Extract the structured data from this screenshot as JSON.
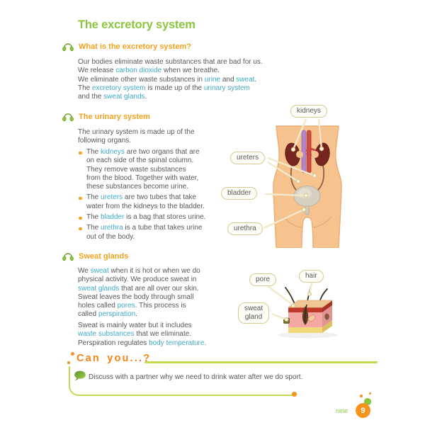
{
  "title": "The excretory system",
  "icons": {
    "section_icon": "headphones",
    "task_icon": "speech-bubble"
  },
  "colors": {
    "title_green": "#8CC63E",
    "heading_orange": "#F2A21D",
    "keyword_blue": "#3FA9C9",
    "body_text": "#58585B",
    "line_green": "#C5DA52",
    "accent_orange": "#F5941E",
    "label_border": "#D9C794",
    "skin_tone": "#F6C28E"
  },
  "sections": {
    "what": {
      "heading": "What is the excretory system?",
      "p1": [
        {
          "t": "Our bodies eliminate waste substances that are bad for us.\nWe release "
        },
        {
          "t": "carbon dioxide",
          "hl": true
        },
        {
          "t": " when we breathe.\nWe eliminate other waste substances in "
        },
        {
          "t": "urine",
          "hl": true
        },
        {
          "t": " and "
        },
        {
          "t": "sweat",
          "hl": true
        },
        {
          "t": "."
        }
      ],
      "p2": [
        {
          "t": "The "
        },
        {
          "t": "excretory system",
          "hl": true
        },
        {
          "t": " is made up of the "
        },
        {
          "t": "urinary system",
          "hl": true
        },
        {
          "t": "\nand the "
        },
        {
          "t": "sweat glands",
          "hl": true
        },
        {
          "t": "."
        }
      ]
    },
    "urinary": {
      "heading": "The urinary system",
      "intro": [
        {
          "t": "The urinary system is made up of the\nfollowing organs."
        }
      ],
      "bullets": [
        [
          {
            "t": "The "
          },
          {
            "t": "kidneys",
            "hl": true
          },
          {
            "t": " are two organs that are\non each side of the spinal column.\nThey remove waste substances\nfrom the blood. Together with water,\nthese substances become urine."
          }
        ],
        [
          {
            "t": "The "
          },
          {
            "t": "ureters",
            "hl": true
          },
          {
            "t": " are two tubes that take\nwater from the kidneys to the bladder."
          }
        ],
        [
          {
            "t": "The "
          },
          {
            "t": "bladder",
            "hl": true
          },
          {
            "t": " is a bag that stores urine."
          }
        ],
        [
          {
            "t": "The "
          },
          {
            "t": "urethra",
            "hl": true
          },
          {
            "t": " is a tube that takes urine\nout of the body."
          }
        ]
      ]
    },
    "sweat": {
      "heading": "Sweat glands",
      "p1": [
        {
          "t": "We "
        },
        {
          "t": "sweat",
          "hl": true
        },
        {
          "t": " when it is hot or when we do\nphysical activity. We produce sweat in\n"
        },
        {
          "t": "sweat glands",
          "hl": true
        },
        {
          "t": " that are all over our skin.\nSweat leaves the body through small\nholes called "
        },
        {
          "t": "pores",
          "hl": true
        },
        {
          "t": ". This process is\ncalled "
        },
        {
          "t": "perspiration",
          "hl": true
        },
        {
          "t": "."
        }
      ],
      "p2": [
        {
          "t": "Sweat is mainly water but it includes\n"
        },
        {
          "t": "waste substances",
          "hl": true
        },
        {
          "t": " that we eliminate.\nPerspiration regulates "
        },
        {
          "t": "body temperature",
          "hl": true
        },
        {
          "t": "."
        }
      ]
    }
  },
  "body_diagram": {
    "labels": {
      "kidneys": "kidneys",
      "ureters": "ureters",
      "bladder": "bladder",
      "urethra": "urethra"
    }
  },
  "skin_diagram": {
    "labels": {
      "pore": "pore",
      "hair": "hair",
      "sweat_gland": "sweat\ngland"
    }
  },
  "can_you": {
    "title": "Can you...?",
    "task": "Discuss with a partner why we need to drink water after we do sport."
  },
  "footer": {
    "page_word": "nine",
    "page_number": "9"
  }
}
